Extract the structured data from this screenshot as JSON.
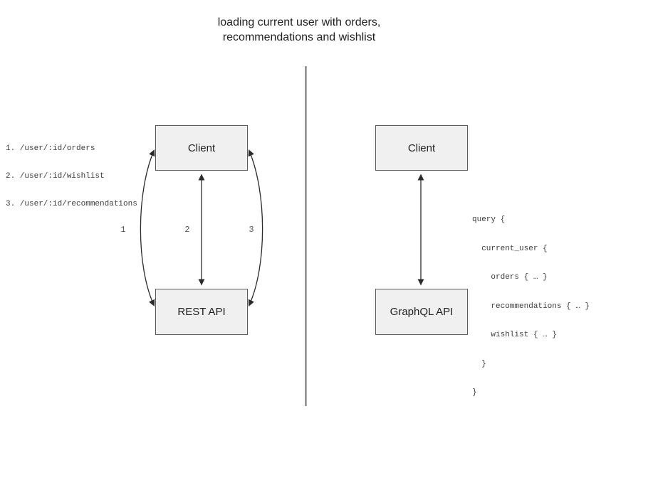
{
  "title": {
    "line1": "loading current user with orders,",
    "line2": "recommendations and wishlist"
  },
  "left_panel": {
    "endpoints": [
      "1. /user/:id/orders",
      "2. /user/:id/wishlist",
      "3. /user/:id/recommendations"
    ],
    "client_box_label": "Client",
    "api_box_label": "REST API",
    "arrow_labels": [
      "1",
      "2",
      "3"
    ]
  },
  "right_panel": {
    "client_box_label": "Client",
    "api_box_label": "GraphQL API",
    "query_lines": [
      "query {",
      "  current_user {",
      "    orders { … }",
      "    recommendations { … }",
      "    wishlist { … }",
      "  }",
      "}"
    ]
  },
  "colors": {
    "box_fill": "#f0f0f0",
    "box_border": "#595959",
    "arrow": "#2b2b2b",
    "divider": "#6e6e6e",
    "code_text": "#3d3d3d",
    "arrow_label_text": "#555555",
    "title_text": "#1f1f1f"
  }
}
